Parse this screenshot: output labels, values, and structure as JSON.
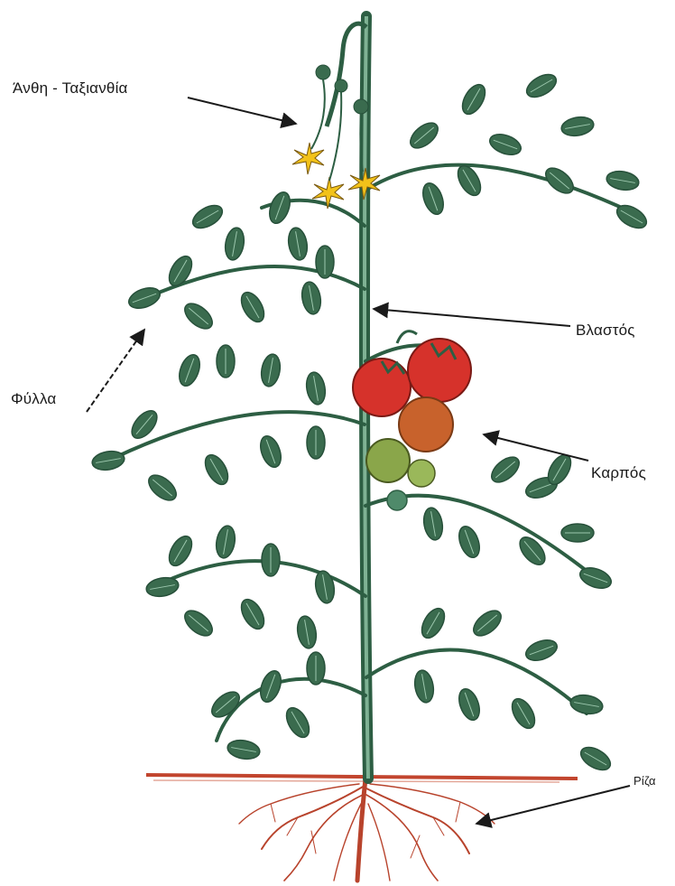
{
  "labels": {
    "flowers": "Άνθη - Ταξιανθία",
    "stem": "Βλαστός",
    "leaves": "Φύλλα",
    "fruit": "Καρπός",
    "root": "Ρίζα"
  },
  "colors": {
    "leaf": "#3a6b4e",
    "leaf_dark": "#27503a",
    "stem": "#3f7a58",
    "fruit_ripe": "#d6322b",
    "fruit_unripe": "#8aa64a",
    "flower": "#f2c21a",
    "soil": "#c2452e",
    "root": "#b8432c",
    "arrow": "#1a1a1a"
  }
}
